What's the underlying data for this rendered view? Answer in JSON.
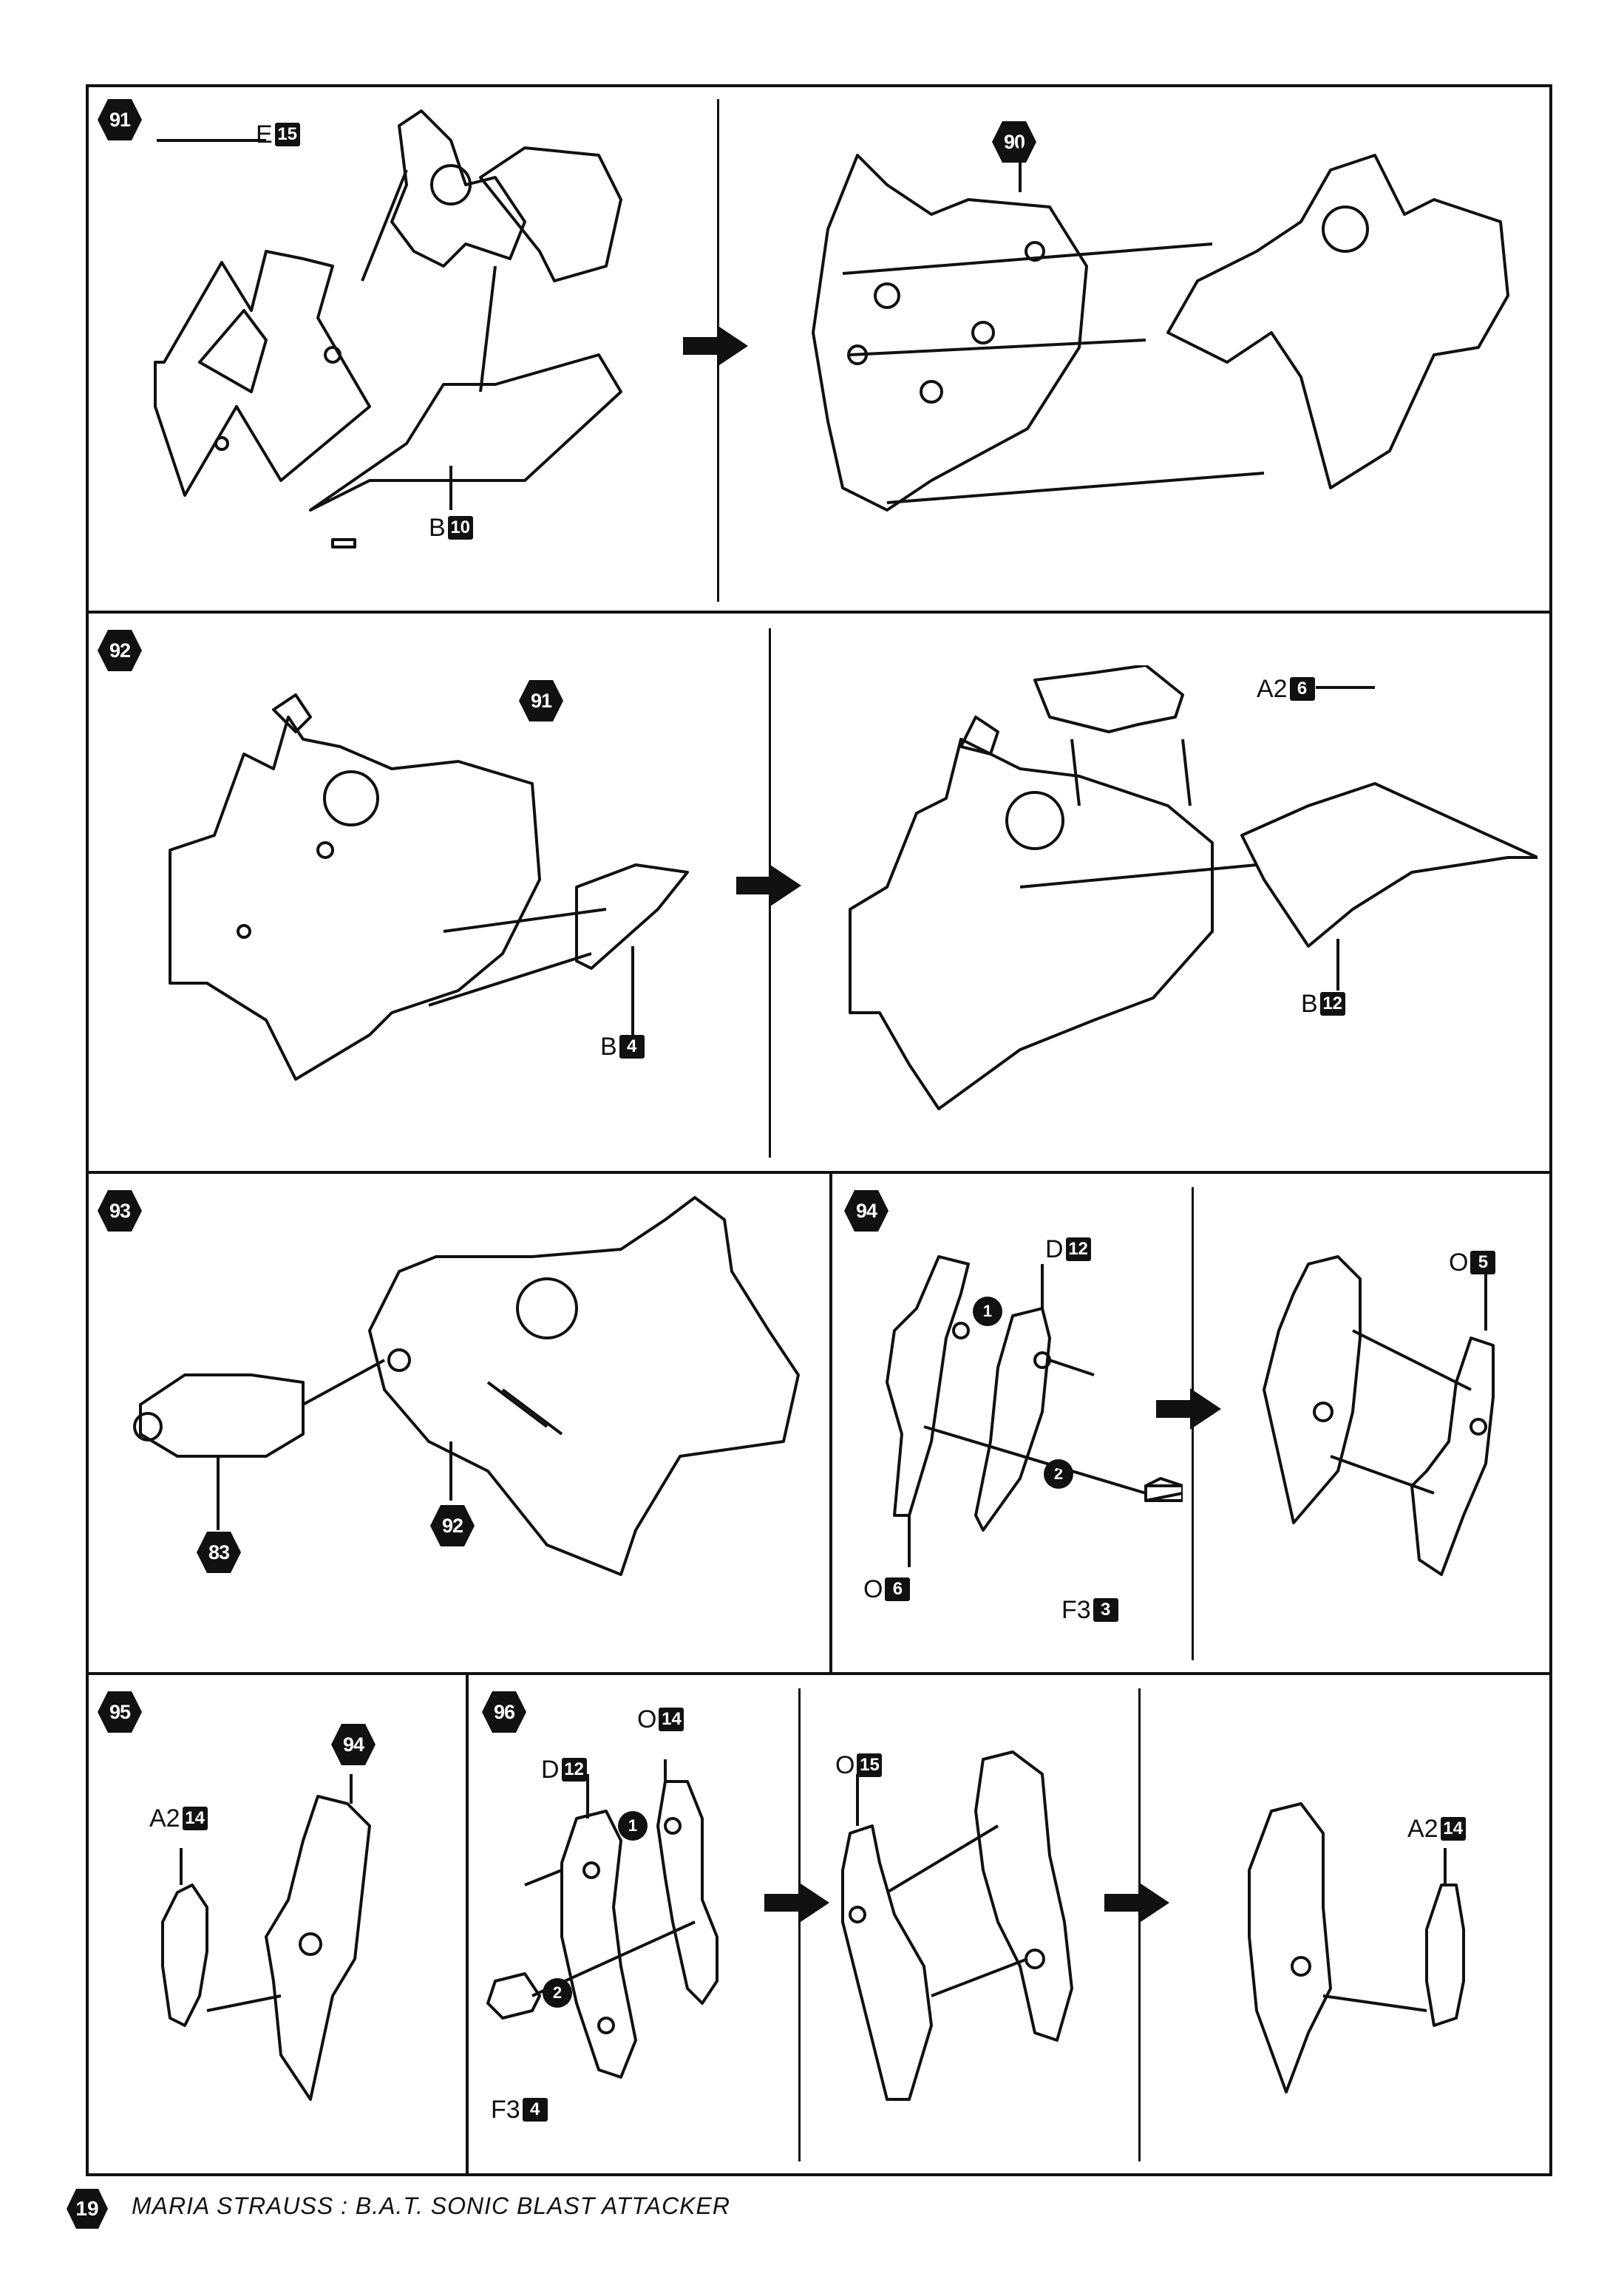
{
  "page": {
    "number": "19",
    "title": "MARIA STRAUSS : B.A.T. SONIC BLAST ATTACKER"
  },
  "steps": {
    "s91": {
      "badge": "91",
      "ref": "90",
      "part_e": {
        "letter": "E",
        "num": "15"
      },
      "part_b": {
        "letter": "B",
        "num": "10"
      }
    },
    "s92": {
      "badge": "92",
      "ref": "91",
      "part_b4": {
        "letter": "B",
        "num": "4"
      },
      "part_a2": {
        "letter": "A2",
        "num": "6"
      },
      "part_b12": {
        "letter": "B",
        "num": "12"
      }
    },
    "s93": {
      "badge": "93",
      "ref_a": "83",
      "ref_b": "92"
    },
    "s94": {
      "badge": "94",
      "part_d": {
        "letter": "D",
        "num": "12"
      },
      "part_o6": {
        "letter": "O",
        "num": "6"
      },
      "part_f3": {
        "letter": "F3",
        "num": "3"
      },
      "part_o5": {
        "letter": "O",
        "num": "5"
      },
      "order": [
        "1",
        "2"
      ]
    },
    "s95": {
      "badge": "95",
      "ref": "94",
      "part_a2": {
        "letter": "A2",
        "num": "14"
      }
    },
    "s96": {
      "badge": "96",
      "part_d": {
        "letter": "D",
        "num": "12"
      },
      "part_o14": {
        "letter": "O",
        "num": "14"
      },
      "part_f3": {
        "letter": "F3",
        "num": "4"
      },
      "part_o15": {
        "letter": "O",
        "num": "15"
      },
      "part_a2": {
        "letter": "A2",
        "num": "14"
      },
      "order": [
        "1",
        "2"
      ]
    }
  },
  "icons": {
    "step_badge": "hexagon-icon",
    "flow_arrow": "arrow-right-icon",
    "order_marker": "circle-number-icon"
  }
}
